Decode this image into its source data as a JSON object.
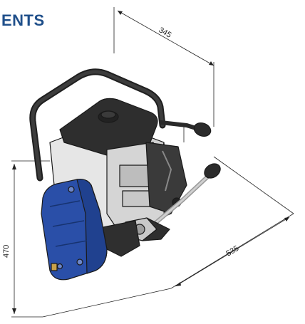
{
  "heading": "ENTS",
  "dimensions": {
    "width": "345",
    "length": "535",
    "height": "470"
  },
  "colors": {
    "accent": "#1f4f8a",
    "gear_housing": "#2a4fa8",
    "engine_body": "#d9d9d9",
    "dark_parts": "#2b2b2b",
    "line": "#222222"
  }
}
